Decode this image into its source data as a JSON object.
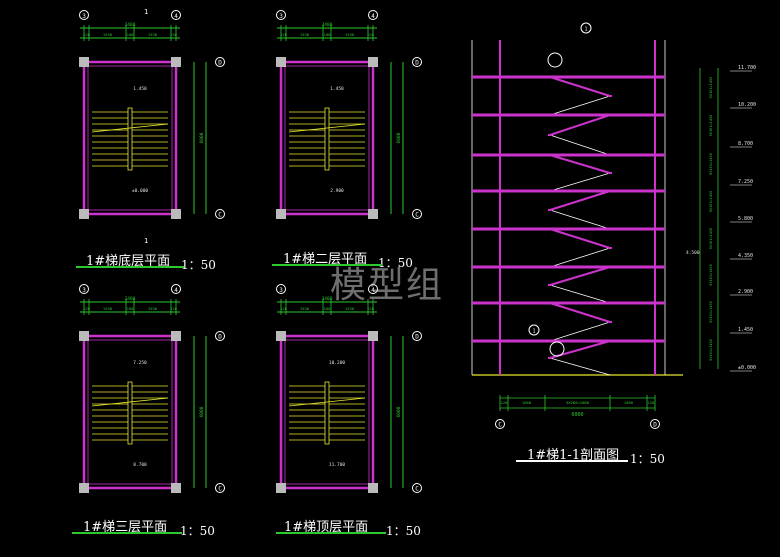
{
  "watermark": "模型组",
  "plans": [
    {
      "title": "1#梯底层平面",
      "scale": "1：50",
      "axis_left": "3",
      "axis_right": "4",
      "axis_top": "D",
      "axis_bottom": "C",
      "dim_total": "3400",
      "dim_parts": [
        "120",
        "1530",
        "100",
        "1530",
        "120"
      ],
      "dim_side": "6000",
      "level_top": "1.450",
      "level_bottom": "±0.000"
    },
    {
      "title": "1#梯二层平面",
      "scale": "1：50",
      "axis_left": "3",
      "axis_right": "4",
      "axis_top": "D",
      "axis_bottom": "C",
      "dim_total": "3400",
      "dim_parts": [
        "120",
        "1530",
        "100",
        "1530",
        "120"
      ],
      "dim_side": "6000",
      "level_top": "1.450",
      "level_bottom": "2.900"
    },
    {
      "title": "1#梯三层平面",
      "scale": "1：50",
      "axis_left": "3",
      "axis_right": "4",
      "axis_top": "D",
      "axis_bottom": "C",
      "dim_total": "3400",
      "dim_parts": [
        "120",
        "1530",
        "100",
        "1530",
        "120"
      ],
      "dim_side": "6000",
      "level_top": "7.250",
      "level_bottom": "8.700"
    },
    {
      "title": "1#梯顶层平面",
      "scale": "1：50",
      "axis_left": "3",
      "axis_right": "4",
      "axis_top": "D",
      "axis_bottom": "C",
      "dim_total": "3400",
      "dim_parts": [
        "120",
        "1530",
        "100",
        "1530",
        "120"
      ],
      "dim_side": "6000",
      "level_top": "10.200",
      "level_bottom": "11.700"
    }
  ],
  "section": {
    "title": "1#梯1-1剖面图",
    "scale": "1：50",
    "axis_left": "C",
    "axis_right": "D",
    "dim_total": "6000",
    "dim_parts": [
      "120",
      "1660",
      "9X260=2080",
      "1660",
      "120"
    ],
    "levels": [
      "11.700",
      "10.200",
      "8.700",
      "7.250",
      "5.800",
      "4.350",
      "2.900",
      "1.450",
      "±0.000"
    ],
    "left_level": "4.500",
    "right_dims": [
      "9X161=1450",
      "9X161=1450",
      "9X161=1450",
      "9X161=1450",
      "9X161=1450",
      "9X161=1450",
      "9X161=1450",
      "9X161=1450"
    ],
    "detail_tags": [
      "1",
      "1"
    ]
  },
  "cut_marks": [
    "1",
    "1"
  ],
  "colors": {
    "wall": "#cc33cc",
    "stair": "#e8e830",
    "dim": "#2ec72e",
    "axis": "#ffffff",
    "line": "#ffffff",
    "level": "#e0e0e0"
  }
}
